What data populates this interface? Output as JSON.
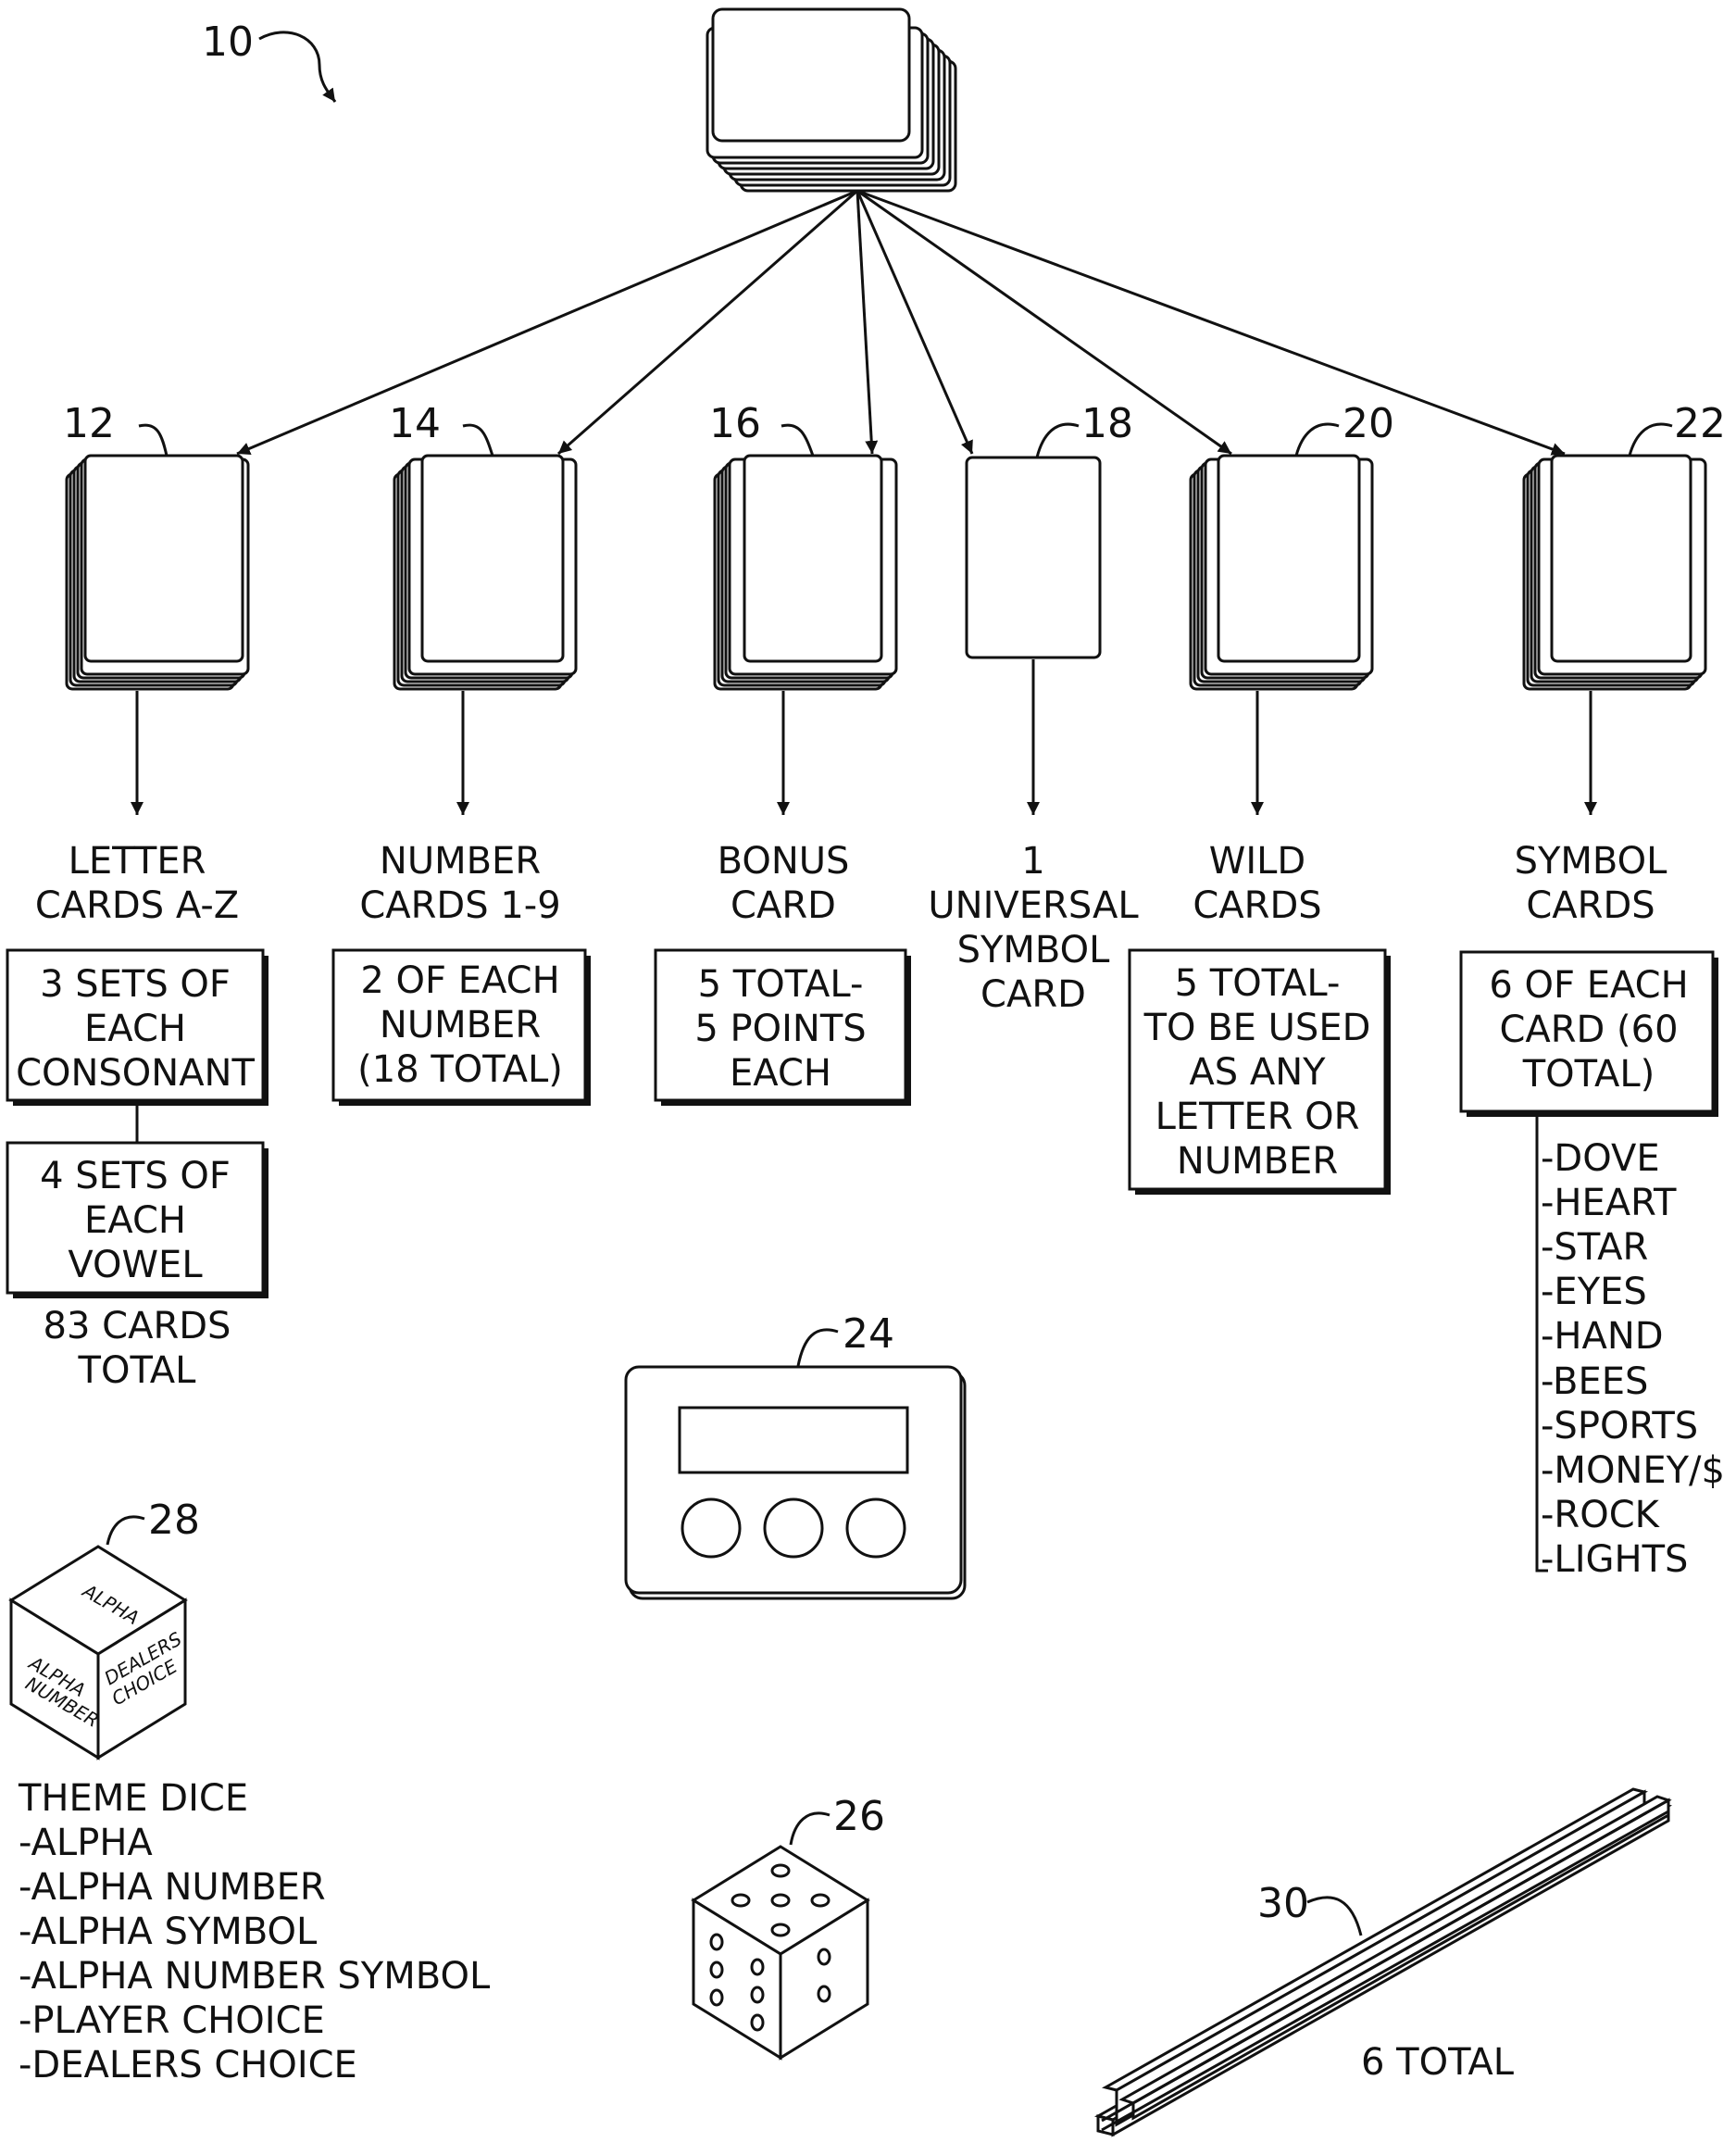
{
  "refs": {
    "r10": "10",
    "r12": "12",
    "r14": "14",
    "r16": "16",
    "r18": "18",
    "r20": "20",
    "r22": "22",
    "r24": "24",
    "r26": "26",
    "r28": "28",
    "r30": "30"
  },
  "letter": {
    "title": [
      "LETTER",
      "CARDS A-Z"
    ],
    "box1": [
      "3 SETS OF",
      "EACH",
      "CONSONANT"
    ],
    "box2": [
      "4 SETS OF",
      "EACH",
      "VOWEL"
    ],
    "footer": [
      "83 CARDS",
      "TOTAL"
    ]
  },
  "number": {
    "title": [
      "NUMBER",
      "CARDS 1-9"
    ],
    "box": [
      "2 OF EACH",
      "NUMBER",
      "(18 TOTAL)"
    ]
  },
  "bonus": {
    "title": [
      "BONUS",
      "CARD"
    ],
    "box": [
      "5 TOTAL-",
      "5 POINTS",
      "EACH"
    ]
  },
  "universal": {
    "title": [
      "1",
      "UNIVERSAL",
      "SYMBOL",
      "CARD"
    ]
  },
  "wild": {
    "title": [
      "WILD",
      "CARDS"
    ],
    "box": [
      "5 TOTAL-",
      "TO BE USED",
      "AS ANY",
      "LETTER OR",
      "NUMBER"
    ]
  },
  "symbol": {
    "title": [
      "SYMBOL",
      "CARDS"
    ],
    "box": [
      "6 OF EACH",
      "CARD (60",
      "TOTAL)"
    ],
    "items": [
      "-DOVE",
      "-HEART",
      "-STAR",
      "-EYES",
      "-HAND",
      "-BEES",
      "-SPORTS",
      "-MONEY/$",
      "-ROCK",
      "-LIGHTS"
    ]
  },
  "theme_die": {
    "faces": {
      "top": "ALPHA",
      "left": [
        "ALPHA",
        "NUMBER"
      ],
      "right": [
        "DEALERS",
        "CHOICE"
      ]
    },
    "list": [
      "THEME DICE",
      "-ALPHA",
      "-ALPHA NUMBER",
      "-ALPHA SYMBOL",
      "-ALPHA NUMBER SYMBOL",
      "-PLAYER CHOICE",
      "-DEALERS CHOICE"
    ]
  },
  "rack": {
    "label": "6 TOTAL"
  }
}
